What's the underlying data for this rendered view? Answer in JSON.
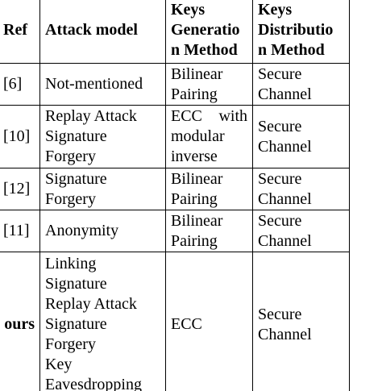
{
  "table": {
    "headers": {
      "ref": "Ref",
      "attack_model": "Attack model",
      "keys_generation": [
        "Keys",
        "Generatio",
        "n Method"
      ],
      "keys_distribution": [
        "Keys",
        "Distributio",
        "n Method"
      ]
    },
    "rows": [
      {
        "ref": "[6]",
        "attack_model": [
          "Not-mentioned"
        ],
        "keys_generation": [
          "Bilinear",
          "Pairing"
        ],
        "keys_distribution": [
          "Secure",
          "Channel"
        ]
      },
      {
        "ref": "[10]",
        "attack_model": [
          "Replay Attack",
          "Signature",
          "Forgery"
        ],
        "keys_generation": [
          "ECC",
          "with",
          "modular",
          "inverse"
        ],
        "keys_distribution": [
          "Secure",
          "Channel"
        ]
      },
      {
        "ref": "[12]",
        "attack_model": [
          "Signature",
          "Forgery"
        ],
        "keys_generation": [
          "Bilinear",
          "Pairing"
        ],
        "keys_distribution": [
          "Secure",
          "Channel"
        ]
      },
      {
        "ref": "[11]",
        "attack_model": [
          "Anonymity"
        ],
        "keys_generation": [
          "Bilinear",
          "Pairing"
        ],
        "keys_distribution": [
          "Secure",
          "Channel"
        ]
      },
      {
        "ref": "ours",
        "attack_model": [
          "Linking",
          "Signature",
          "Replay Attack",
          "Signature",
          "Forgery",
          "Key",
          "Eavesdropping"
        ],
        "keys_generation": [
          "ECC"
        ],
        "keys_distribution": [
          "Secure",
          "Channel"
        ]
      }
    ]
  }
}
